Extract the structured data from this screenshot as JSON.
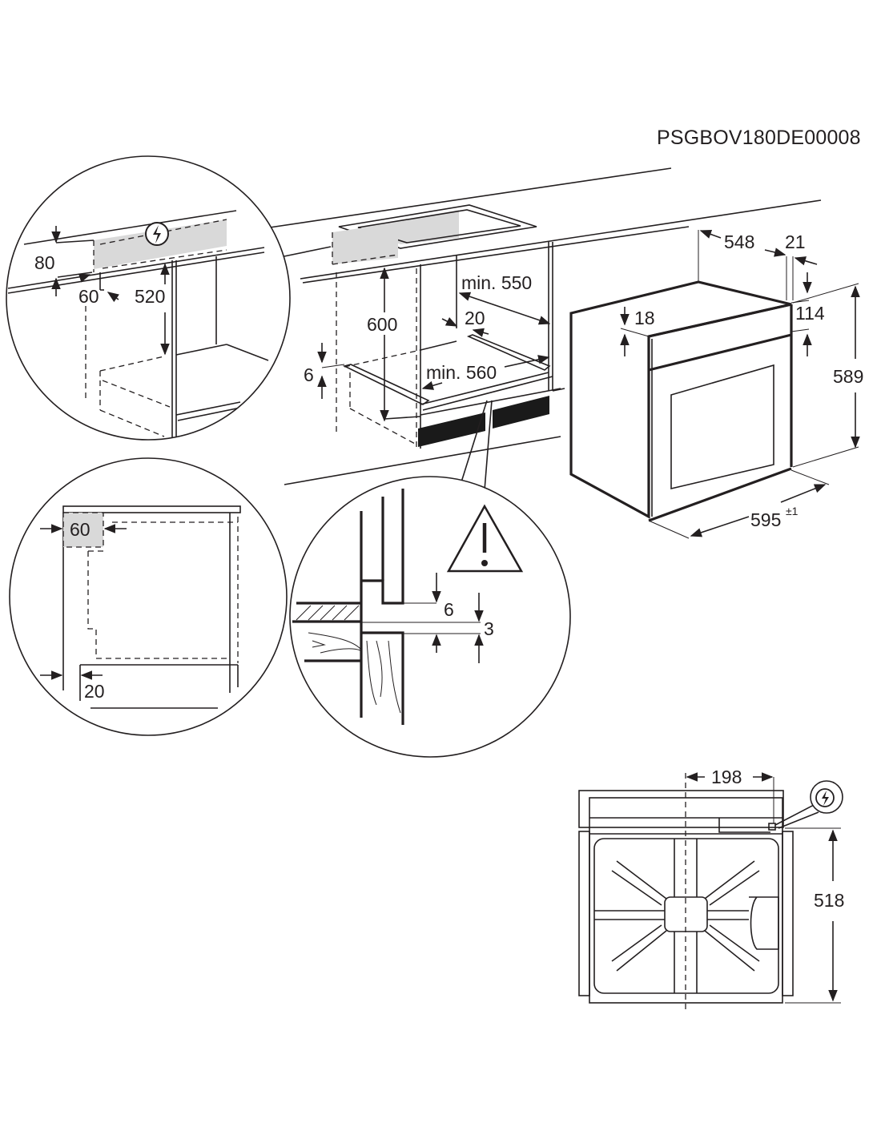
{
  "document": {
    "code": "PSGBOV180DE00008",
    "colors": {
      "line": "#231f20",
      "highlight_zone": "#d9d9d9",
      "background": "#ffffff"
    }
  },
  "detail_power_zone": {
    "icon": "electric-hazard-icon",
    "dims": {
      "height_80": "80",
      "depth_60": "60",
      "height_520": "520"
    }
  },
  "cabinet_view": {
    "dims": {
      "height_600": "600",
      "min_depth": "min. 550",
      "gap_20": "20",
      "min_width": "min. 560",
      "strip_6": "6"
    }
  },
  "oven_view": {
    "dims": {
      "depth_548": "548",
      "front_21": "21",
      "panel_18": "18",
      "panel_114": "114",
      "height_589": "589",
      "width_595": "595",
      "tolerance": "±1"
    }
  },
  "detail_side_clearance": {
    "dims": {
      "top_60": "60",
      "bottom_20": "20"
    }
  },
  "detail_gap": {
    "icon": "warning-triangle-icon",
    "dims": {
      "gap_6": "6",
      "gap_3": "3"
    }
  },
  "front_view": {
    "icon": "electric-hazard-icon",
    "dims": {
      "offset_198": "198",
      "height_518": "518"
    }
  }
}
